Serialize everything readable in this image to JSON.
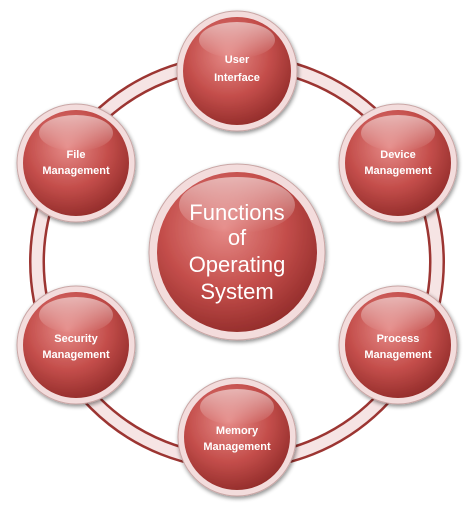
{
  "diagram": {
    "center": {
      "lines": [
        "Functions",
        "of",
        "Operating",
        "System"
      ]
    },
    "nodes": [
      {
        "id": "user-interface",
        "lines": [
          "User",
          "Interface"
        ]
      },
      {
        "id": "device-management",
        "lines": [
          "Device",
          "Management"
        ]
      },
      {
        "id": "process-management",
        "lines": [
          "Process",
          "Management"
        ]
      },
      {
        "id": "memory-management",
        "lines": [
          "Memory",
          "Management"
        ]
      },
      {
        "id": "security-management",
        "lines": [
          "Security",
          "Management"
        ]
      },
      {
        "id": "file-management",
        "lines": [
          "File",
          "Management"
        ]
      }
    ],
    "colors": {
      "circle_fill": "#c0504d",
      "circle_dark": "#8e2523",
      "circle_light": "#e07d7a",
      "ring_fill": "#f4dede",
      "ring_stroke": "#a33a37",
      "text": "#ffffff"
    }
  }
}
